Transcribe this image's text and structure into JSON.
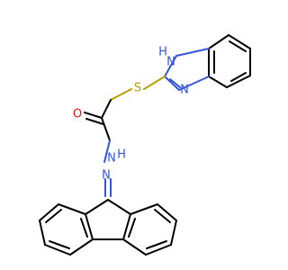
{
  "colors": {
    "carbon": "#000000",
    "nitrogen": "#3355dd",
    "oxygen": "#ee1111",
    "sulfur": "#b8a000",
    "background": "#ffffff"
  },
  "atoms": {
    "nh": "H",
    "n_imidazole_h": "N",
    "n_imidazole": "N",
    "s": "S",
    "o": "O",
    "n_amide_h": "H",
    "n_amide": "N",
    "n_imine": "N"
  }
}
